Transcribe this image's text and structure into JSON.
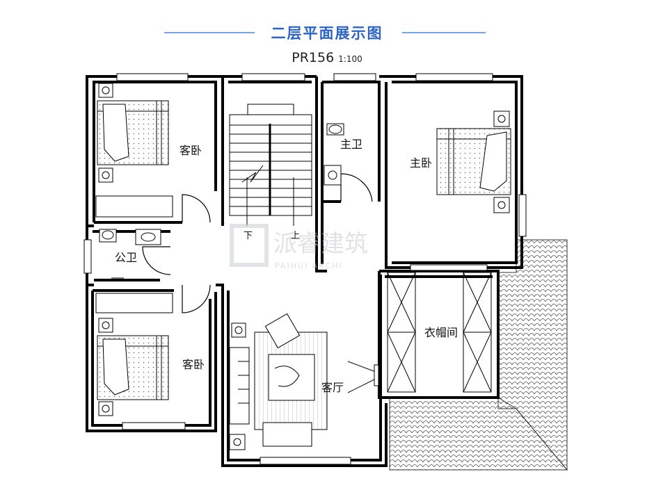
{
  "header": {
    "title": "二层平面展示图",
    "plan_code": "PR156",
    "scale": "1:100"
  },
  "rooms": {
    "guest_bedroom_top": "客卧",
    "guest_bedroom_bottom": "客卧",
    "master_bath": "主卫",
    "master_bedroom": "主卧",
    "public_bath": "公卫",
    "closet": "衣帽间",
    "living_room": "客厅"
  },
  "stairs": {
    "down": "下",
    "up": "上"
  },
  "watermark": {
    "text": "派睿建筑",
    "sub": "PAIHUI ARCHI"
  },
  "colors": {
    "title_blue": "#2b63c8",
    "rule_blue": "#7aa3e3",
    "wall": "#000000"
  }
}
